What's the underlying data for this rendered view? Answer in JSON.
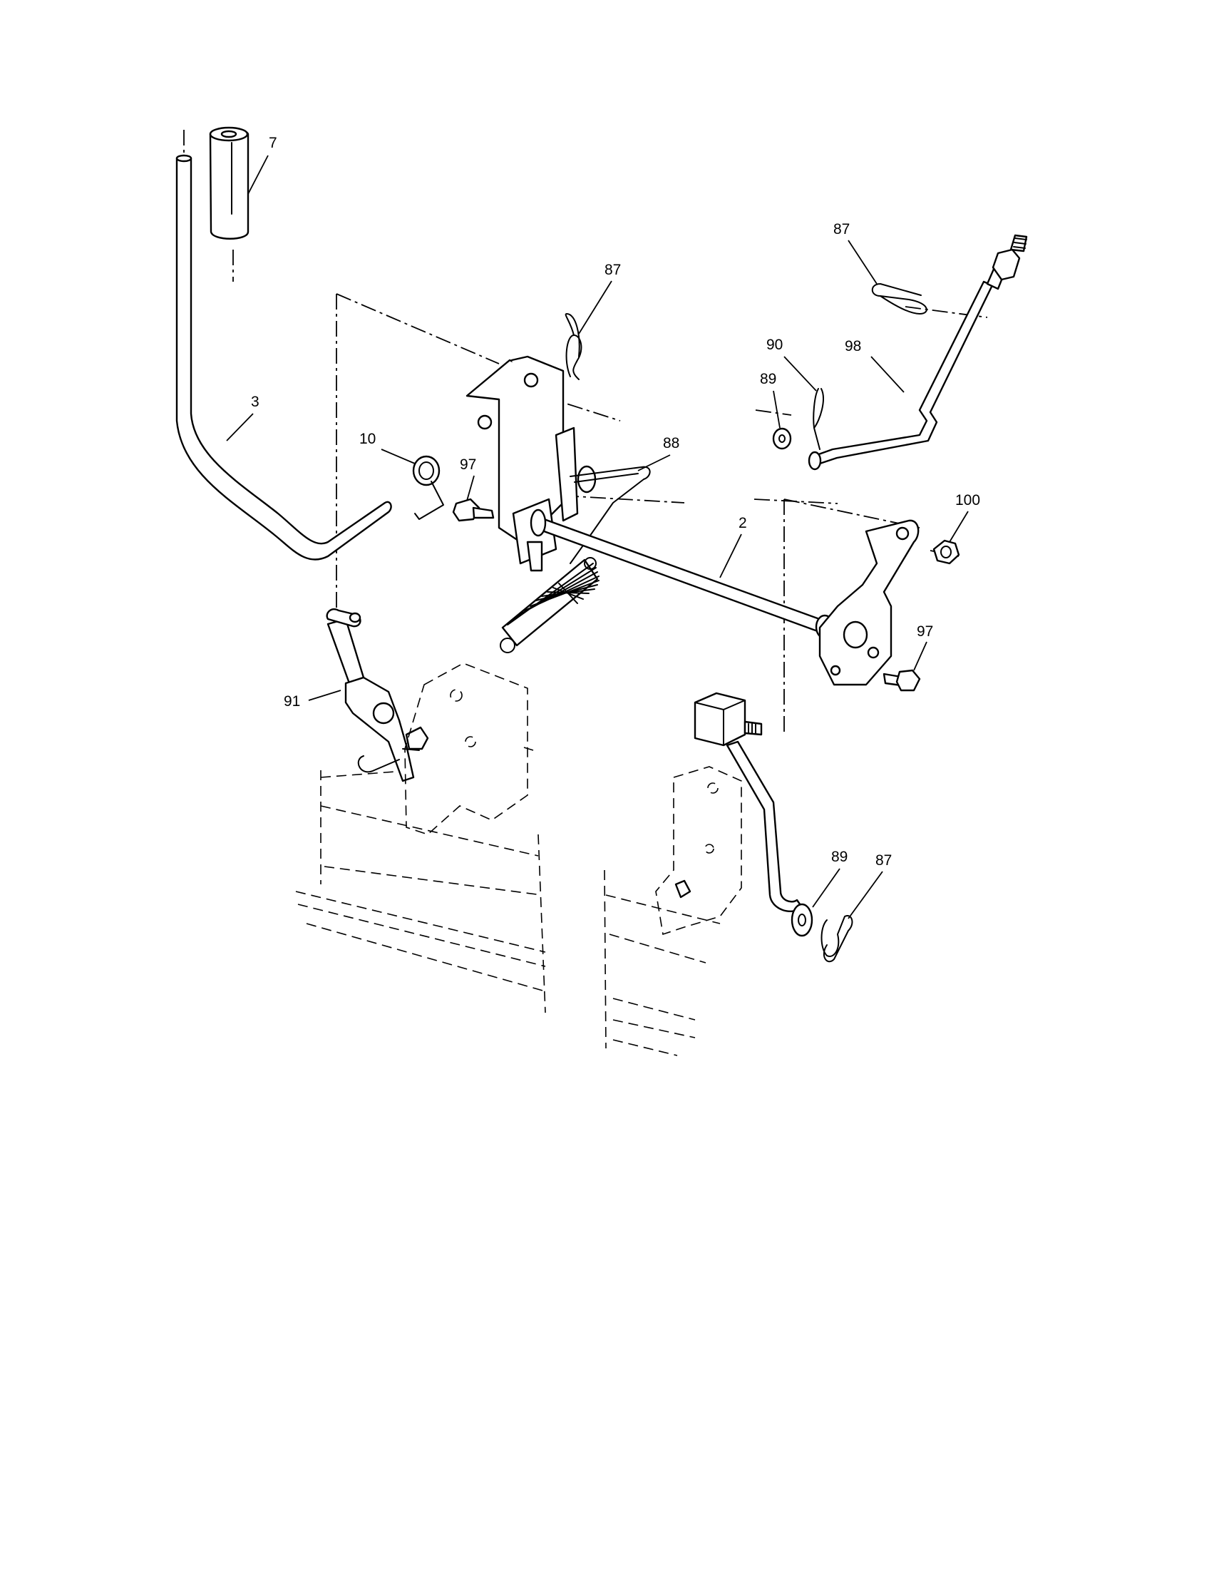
{
  "diagram": {
    "callouts": {
      "c7": "7",
      "c3": "3",
      "c10": "10",
      "c97a": "97",
      "c87a": "87",
      "c88": "88",
      "c2": "2",
      "c91": "91",
      "c87b": "87",
      "c90": "90",
      "c98": "98",
      "c89a": "89",
      "c100": "100",
      "c97b": "97",
      "c89b": "89",
      "c87c": "87"
    }
  }
}
